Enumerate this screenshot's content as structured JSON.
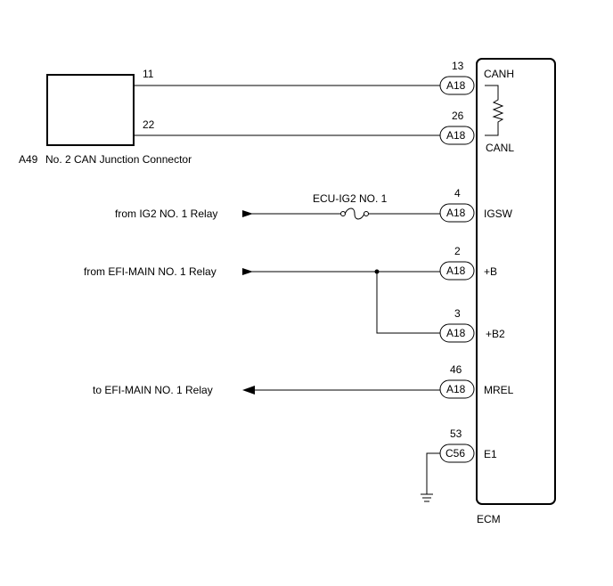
{
  "junction": {
    "id": "A49",
    "label": "No. 2 CAN Junction Connector",
    "pin_top": "11",
    "pin_bottom": "22"
  },
  "ecm": {
    "label": "ECM"
  },
  "fuse": {
    "label": "ECU-IG2 NO. 1"
  },
  "sources": {
    "ig2": "from IG2 NO. 1 Relay",
    "efi_from": "from EFI-MAIN NO. 1 Relay",
    "efi_to": "to EFI-MAIN NO. 1 Relay"
  },
  "pins": [
    {
      "num": "13",
      "connector": "A18",
      "signal": "CANH"
    },
    {
      "num": "26",
      "connector": "A18",
      "signal": "CANL"
    },
    {
      "num": "4",
      "connector": "A18",
      "signal": "IGSW"
    },
    {
      "num": "2",
      "connector": "A18",
      "signal": "+B"
    },
    {
      "num": "3",
      "connector": "A18",
      "signal": "+B2"
    },
    {
      "num": "46",
      "connector": "A18",
      "signal": "MREL"
    },
    {
      "num": "53",
      "connector": "C56",
      "signal": "E1"
    }
  ]
}
